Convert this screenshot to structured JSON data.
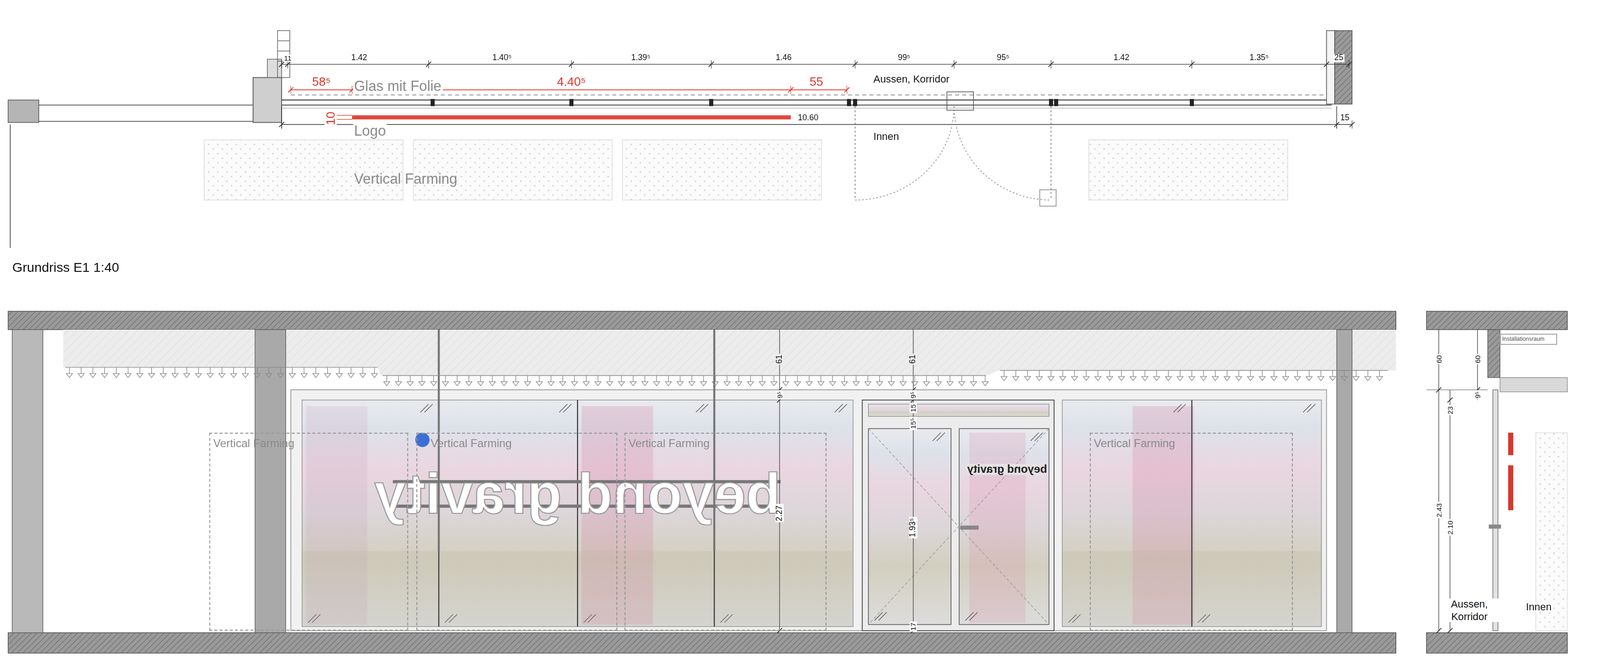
{
  "diagram": {
    "caption": "Grundriss E1 1:40",
    "nodes": [
      {
        "text": [
          "Vertical Farming"
        ]
      },
      {
        "text": [
          "Vertical Farming"
        ]
      },
      {
        "text": [
          "Vertical Farming"
        ]
      },
      {
        "text": [
          "Vertical Farming"
        ]
      },
      {
        "text": [
          "Installationsraum"
        ]
      }
    ],
    "labels": [
      "11",
      "1.42",
      "1.40⁵",
      "1.39⁵",
      "1.46",
      "99⁵",
      "95⁵",
      "1.42",
      "1.35⁵",
      "25",
      "58⁵",
      "4.40⁵",
      "55",
      "Glas mit Folie",
      "Aussen, Korridor",
      "10",
      "Logo",
      "10.60",
      "15",
      "Innen",
      "Vertical Farming",
      "61",
      "61",
      "9⁵",
      "9⁵",
      "15",
      "15⁵",
      "beyond gravity",
      "beyond gravity",
      "2.27",
      "1.93⁵",
      "17",
      "60",
      "60",
      "9⁵",
      "23",
      "2.43",
      "2.10",
      "Aussen, Korridor",
      "Innen"
    ]
  }
}
